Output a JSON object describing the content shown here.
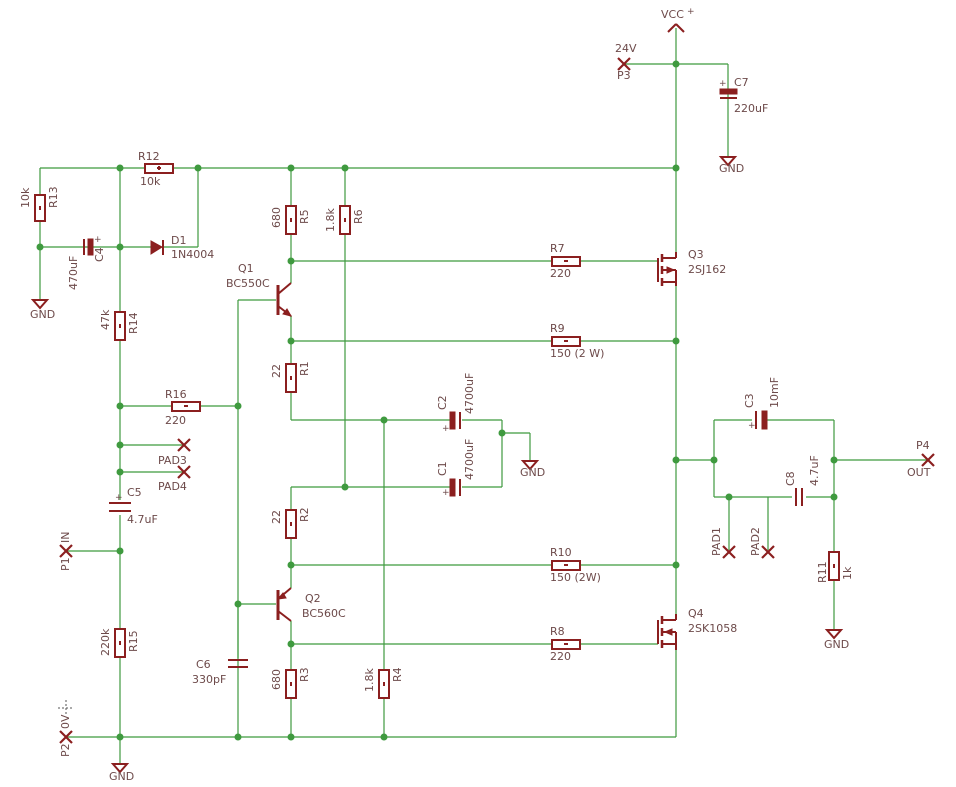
{
  "colors": {
    "wire": "#3f9a3f",
    "component": "#8b1f1f",
    "text": "#6d4a4a",
    "background": "#ffffff"
  },
  "power": {
    "vcc": "VCC",
    "vcc_plus": "+",
    "gnd": "GND",
    "zero_v": "0V",
    "supply": "24V"
  },
  "ports": {
    "p1": "P1",
    "p1_label": "IN",
    "p2": "P2",
    "p3": "P3",
    "p4": "P4",
    "p4_label": "OUT"
  },
  "pads": {
    "pad1": "PAD1",
    "pad2": "PAD2",
    "pad3": "PAD3",
    "pad4": "PAD4"
  },
  "resistors": {
    "r1": {
      "ref": "R1",
      "value": "22"
    },
    "r2": {
      "ref": "R2",
      "value": "22"
    },
    "r3": {
      "ref": "R3",
      "value": "680"
    },
    "r4": {
      "ref": "R4",
      "value": "1.8k"
    },
    "r5": {
      "ref": "R5",
      "value": "680"
    },
    "r6": {
      "ref": "R6",
      "value": "1.8k"
    },
    "r7": {
      "ref": "R7",
      "value": "220"
    },
    "r8": {
      "ref": "R8",
      "value": "220"
    },
    "r9": {
      "ref": "R9",
      "value": "150 (2 W)"
    },
    "r10": {
      "ref": "R10",
      "value": "150 (2W)"
    },
    "r11": {
      "ref": "R11",
      "value": "1k"
    },
    "r12": {
      "ref": "R12",
      "value": "10k"
    },
    "r13": {
      "ref": "R13",
      "value": "10k"
    },
    "r14": {
      "ref": "R14",
      "value": "47k"
    },
    "r15": {
      "ref": "R15",
      "value": "220k"
    },
    "r16": {
      "ref": "R16",
      "value": "220"
    }
  },
  "capacitors": {
    "c1": {
      "ref": "C1",
      "value": "4700uF"
    },
    "c2": {
      "ref": "C2",
      "value": "4700uF"
    },
    "c3": {
      "ref": "C3",
      "value": "10mF"
    },
    "c4": {
      "ref": "C4",
      "value": "470uF"
    },
    "c5": {
      "ref": "C5",
      "value": "4.7uF"
    },
    "c6": {
      "ref": "C6",
      "value": "330pF"
    },
    "c7": {
      "ref": "C7",
      "value": "220uF"
    },
    "c8": {
      "ref": "C8",
      "value": "4.7uF"
    }
  },
  "semis": {
    "d1": {
      "ref": "D1",
      "value": "1N4004"
    },
    "q1": {
      "ref": "Q1",
      "value": "BC550C"
    },
    "q2": {
      "ref": "Q2",
      "value": "BC560C"
    },
    "q3": {
      "ref": "Q3",
      "value": "2SJ162"
    },
    "q4": {
      "ref": "Q4",
      "value": "2SK1058"
    }
  }
}
